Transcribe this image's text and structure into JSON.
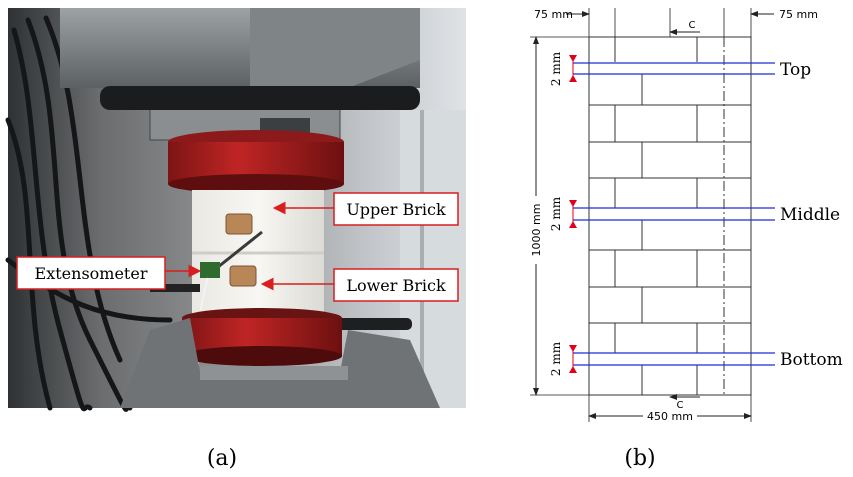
{
  "photo": {
    "callouts": {
      "upper_brick": "Upper Brick",
      "lower_brick": "Lower Brick",
      "extensometer": "Extensometer"
    },
    "caption": "(a)"
  },
  "drawing": {
    "dim_top_left": "75 mm",
    "dim_top_right": "75 mm",
    "section_top": "C",
    "section_bottom": "C",
    "dim_height": "1000 mm",
    "dim_width": "450 mm",
    "gap_top": "2 mm",
    "gap_middle": "2 mm",
    "gap_bottom": "2 mm",
    "label_top": "Top",
    "label_middle": "Middle",
    "label_bottom": "Bottom",
    "caption": "(b)",
    "colors": {
      "joint_line": "#1f2fd6",
      "arrow": "#e0001b",
      "outline": "#333333"
    }
  }
}
